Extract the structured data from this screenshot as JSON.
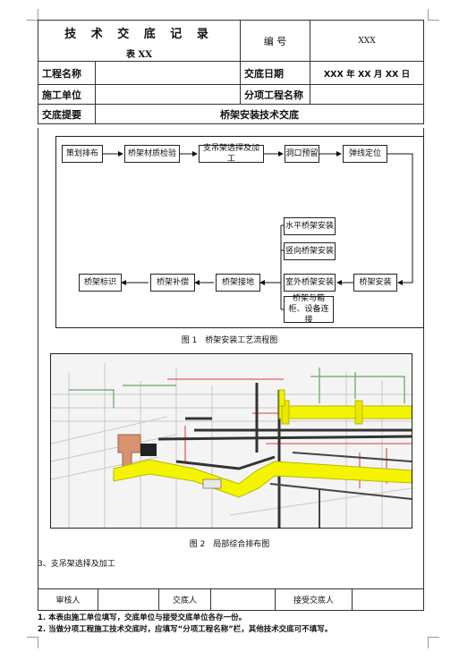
{
  "header": {
    "title": "技 术 交 底 记 录",
    "subtitle": "表 XX",
    "number_label": "编 号",
    "number_value": "XXX",
    "project_label": "工程名称",
    "project_value": "",
    "date_label": "交底日期",
    "date_value": "XXX 年 XX 月 XX 日",
    "unit_label": "施工单位",
    "unit_value": "",
    "sub_label": "分项工程名称",
    "sub_value": "",
    "summary_label": "交底提要",
    "summary_value": "桥架安装技术交底"
  },
  "flow": {
    "steps": [
      "策划排布",
      "桥架材质检验",
      "支吊架选择及加工",
      "洞口预留",
      "弹线定位",
      "桥架安装",
      "水平桥架安装",
      "竖向桥架安装",
      "室外桥架安装",
      "桥架与箱柜、设备连接",
      "桥架接地",
      "桥架补偿",
      "桥架标识"
    ],
    "caption": "图 1　桥架安装工艺流程图"
  },
  "figure2": {
    "caption": "图 2　局部综合排布图"
  },
  "section": "3、支吊架选择及加工",
  "footer": {
    "reviewer": "审核人",
    "presenter": "交底人",
    "receiver": "接受交底人"
  },
  "notes": [
    "1. 本表由施工单位填写，交底单位与接受交底单位各存一份。",
    "2. 当做分项工程施工技术交底时，应填写“分项工程名称”栏，其他技术交底可不填写。"
  ]
}
